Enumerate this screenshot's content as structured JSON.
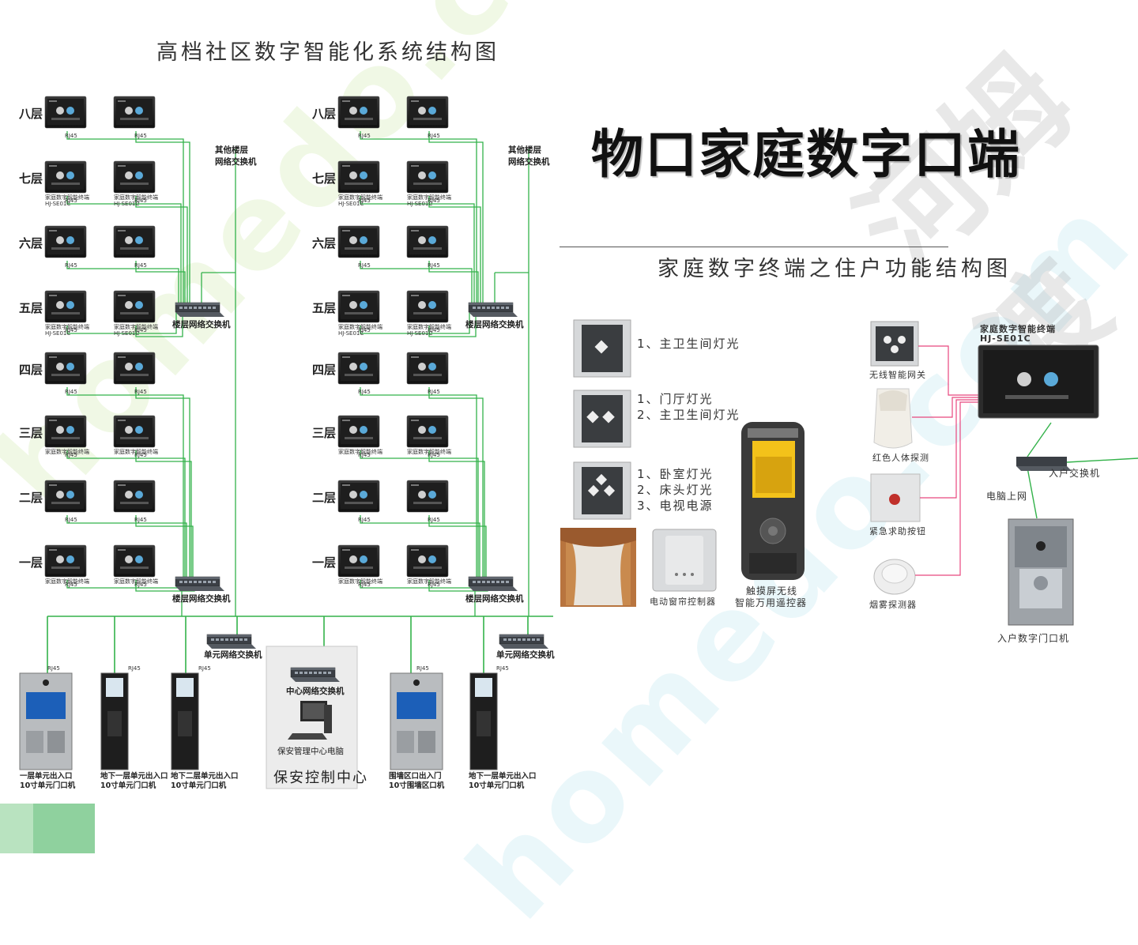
{
  "watermark": {
    "text": "homedo.com",
    "logo_text": "河姆渡"
  },
  "left_title": "高档社区数字智能化系统结构图",
  "floors": [
    "八层",
    "七层",
    "六层",
    "五层",
    "四层",
    "三层",
    "二层",
    "一层"
  ],
  "terminal_labels": {
    "terminal": "家庭数字智能终端",
    "model": "HJ-SE01C"
  },
  "switch_labels": {
    "other_floor": [
      "其他楼层",
      "网络交换机"
    ],
    "floor_switch": "楼层网络交换机",
    "unit_switch": "单元网络交换机",
    "center_switch": "中心网络交换机",
    "security_pc": "保安管理中心电脑",
    "security_center": "保安控制中心"
  },
  "entrance_labels": [
    [
      "一层单元出入口",
      "10寸单元门口机"
    ],
    [
      "地下一层单元出入口",
      "10寸单元门口机"
    ],
    [
      "地下二层单元出入口",
      "10寸单元门口机"
    ],
    [
      "围墙区口出入门",
      "10寸围墙区口机"
    ],
    [
      "地下一层单元出入口",
      "10寸单元门口机"
    ]
  ],
  "port_label": "RJ45",
  "right_title": "物口家庭数字口端",
  "right_subtitle": "家庭数字终端之住户功能结构图",
  "panels": [
    {
      "lines": [
        "1、主卫生间灯光"
      ]
    },
    {
      "lines": [
        "1、门厅灯光",
        "2、主卫生间灯光"
      ]
    },
    {
      "lines": [
        "1、卧室灯光",
        "2、床头灯光",
        "3、电视电源"
      ]
    }
  ],
  "curtain_controller": "电动窗帘控制器",
  "remote": [
    "触摸屏无线",
    "智能万用遥控器"
  ],
  "sensors": [
    "无线智能网关",
    "红色人体探测",
    "紧急求助按钮",
    "烟雾探测器"
  ],
  "home_terminal": {
    "title": "家庭数字智能终端",
    "model": "HJ-SE01C"
  },
  "home_switch": "入户交换机",
  "pc_internet": "电脑上网",
  "door_unit": "入户数字门口机",
  "colors": {
    "green": "#33b24a",
    "pink": "#e8477e",
    "accent_green": "#8fd19e"
  }
}
